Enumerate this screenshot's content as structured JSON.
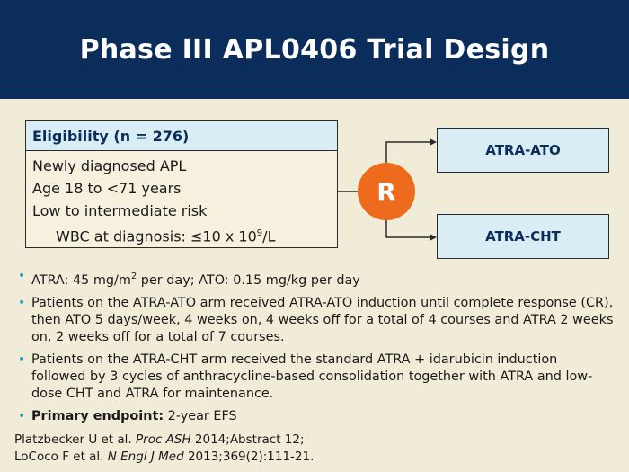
{
  "slide": {
    "title": "Phase III APL0406 Trial Design"
  },
  "eligibility": {
    "heading": "Eligibility (n = 276)",
    "line1": "Newly diagnosed APL",
    "line2": "Age 18 to <71 years",
    "line3": "Low to intermediate risk",
    "line4_pre": "WBC at diagnosis: ≤10 x 10",
    "line4_sup": "9",
    "line4_post": "/L"
  },
  "randomization": {
    "label": "R"
  },
  "arms": {
    "arm1": "ATRA-ATO",
    "arm2": "ATRA-CHT"
  },
  "bullets": {
    "b1_pre": "ATRA: 45 mg/m",
    "b1_sup": "2",
    "b1_post": " per day; ATO: 0.15 mg/kg per day",
    "b2": "Patients on the ATRA-ATO arm received ATRA-ATO induction until complete response (CR), then ATO 5 days/week, 4 weeks on, 4 weeks off for a total of 4 courses and ATRA 2 weeks on, 2 weeks off for a total of 7 courses.",
    "b3": "Patients on the ATRA-CHT arm received the standard ATRA + idarubicin induction followed by 3 cycles of anthracycline-based consolidation together with ATRA and low-dose CHT and ATRA for maintenance.",
    "b4_bold": "Primary endpoint:",
    "b4_rest": " 2-year EFS"
  },
  "references": {
    "r1_pre": "Platzbecker U et al. ",
    "r1_journal": "Proc ASH",
    "r1_post": " 2014;Abstract 12;",
    "r2_pre": "LoCoco F et al. ",
    "r2_journal": "N Engl J Med",
    "r2_post": " 2013;369(2):111-21."
  },
  "colors": {
    "header_bg": "#0b2d5b",
    "page_bg": "#f1ecd8",
    "box_fill": "#d9eef4",
    "randomize_circle": "#ee6a1d",
    "bullet": "#2a9ab8"
  }
}
